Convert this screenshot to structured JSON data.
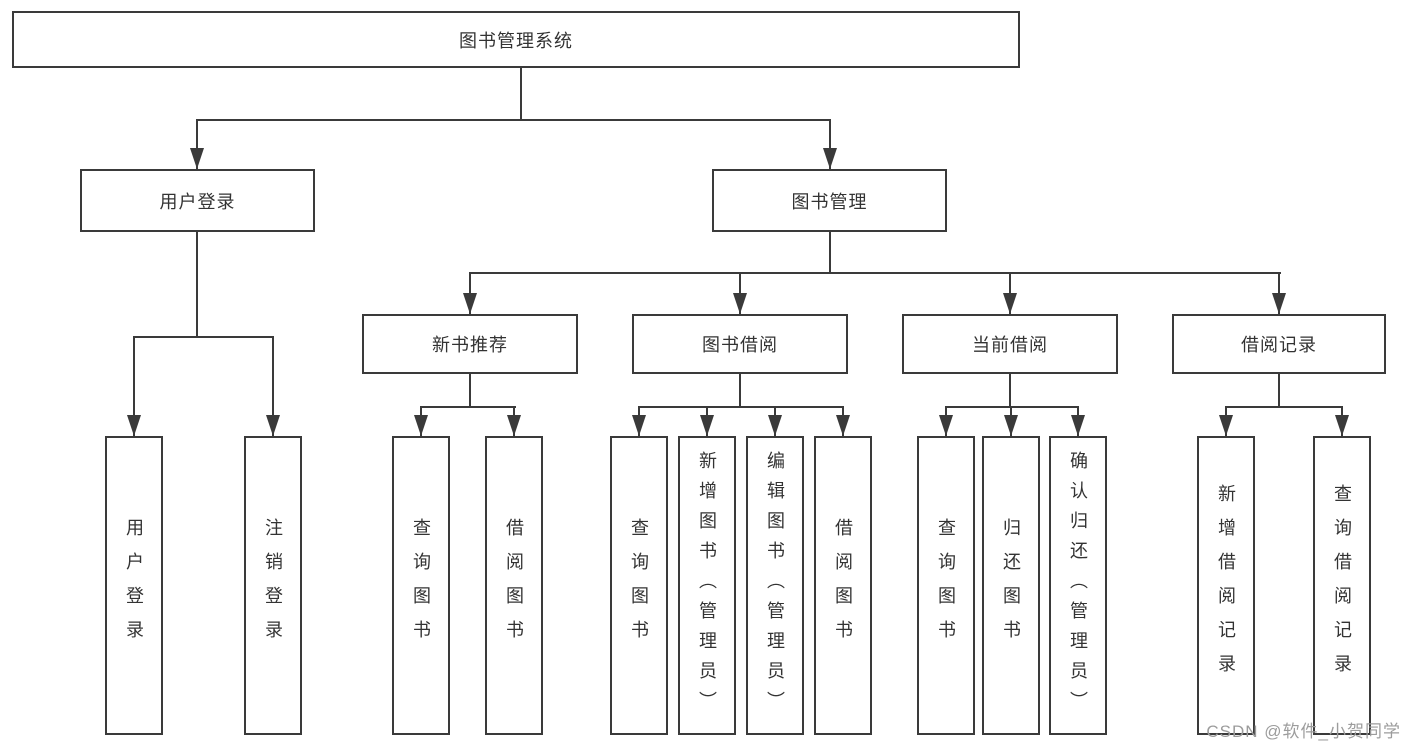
{
  "tree": {
    "root": {
      "label": "图书管理系统"
    },
    "branches": [
      {
        "label": "用户登录",
        "children": [
          {
            "label": "用户登录"
          },
          {
            "label": "注销登录"
          }
        ]
      },
      {
        "label": "图书管理",
        "children": [
          {
            "label": "新书推荐",
            "children": [
              {
                "label": "查询图书"
              },
              {
                "label": "借阅图书"
              }
            ]
          },
          {
            "label": "图书借阅",
            "children": [
              {
                "label": "查询图书"
              },
              {
                "label": "新增图书（管理员）"
              },
              {
                "label": "编辑图书（管理员）"
              },
              {
                "label": "借阅图书"
              }
            ]
          },
          {
            "label": "当前借阅",
            "children": [
              {
                "label": "查询图书"
              },
              {
                "label": "归还图书"
              },
              {
                "label": "确认归还（管理员）"
              }
            ]
          },
          {
            "label": "借阅记录",
            "children": [
              {
                "label": "新增借阅记录"
              },
              {
                "label": "查询借阅记录"
              }
            ]
          }
        ]
      }
    ]
  },
  "watermark": {
    "text": "CSDN @软件_小贺同学"
  },
  "colors": {
    "line": "#3a3a3a",
    "text": "#333333",
    "watermark": "#9c9c9c",
    "background": "#ffffff"
  }
}
